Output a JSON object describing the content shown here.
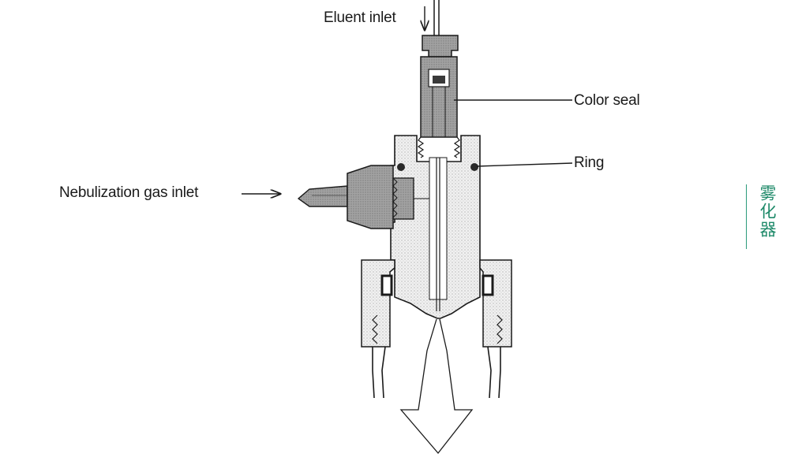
{
  "diagram": {
    "labels": {
      "eluent_inlet": "Eluent inlet",
      "color_seal": "Color seal",
      "ring": "Ring",
      "nebulization_gas_inlet": "Nebulization gas inlet"
    }
  },
  "side_title": "雾化器",
  "colors": {
    "line": "#1a1a1a",
    "metal_gray": "#9a9a9a",
    "dark_metal": "#6f6f6f",
    "dotted_body": "#e9e9e9",
    "accent_green": "#1f8a6a"
  }
}
